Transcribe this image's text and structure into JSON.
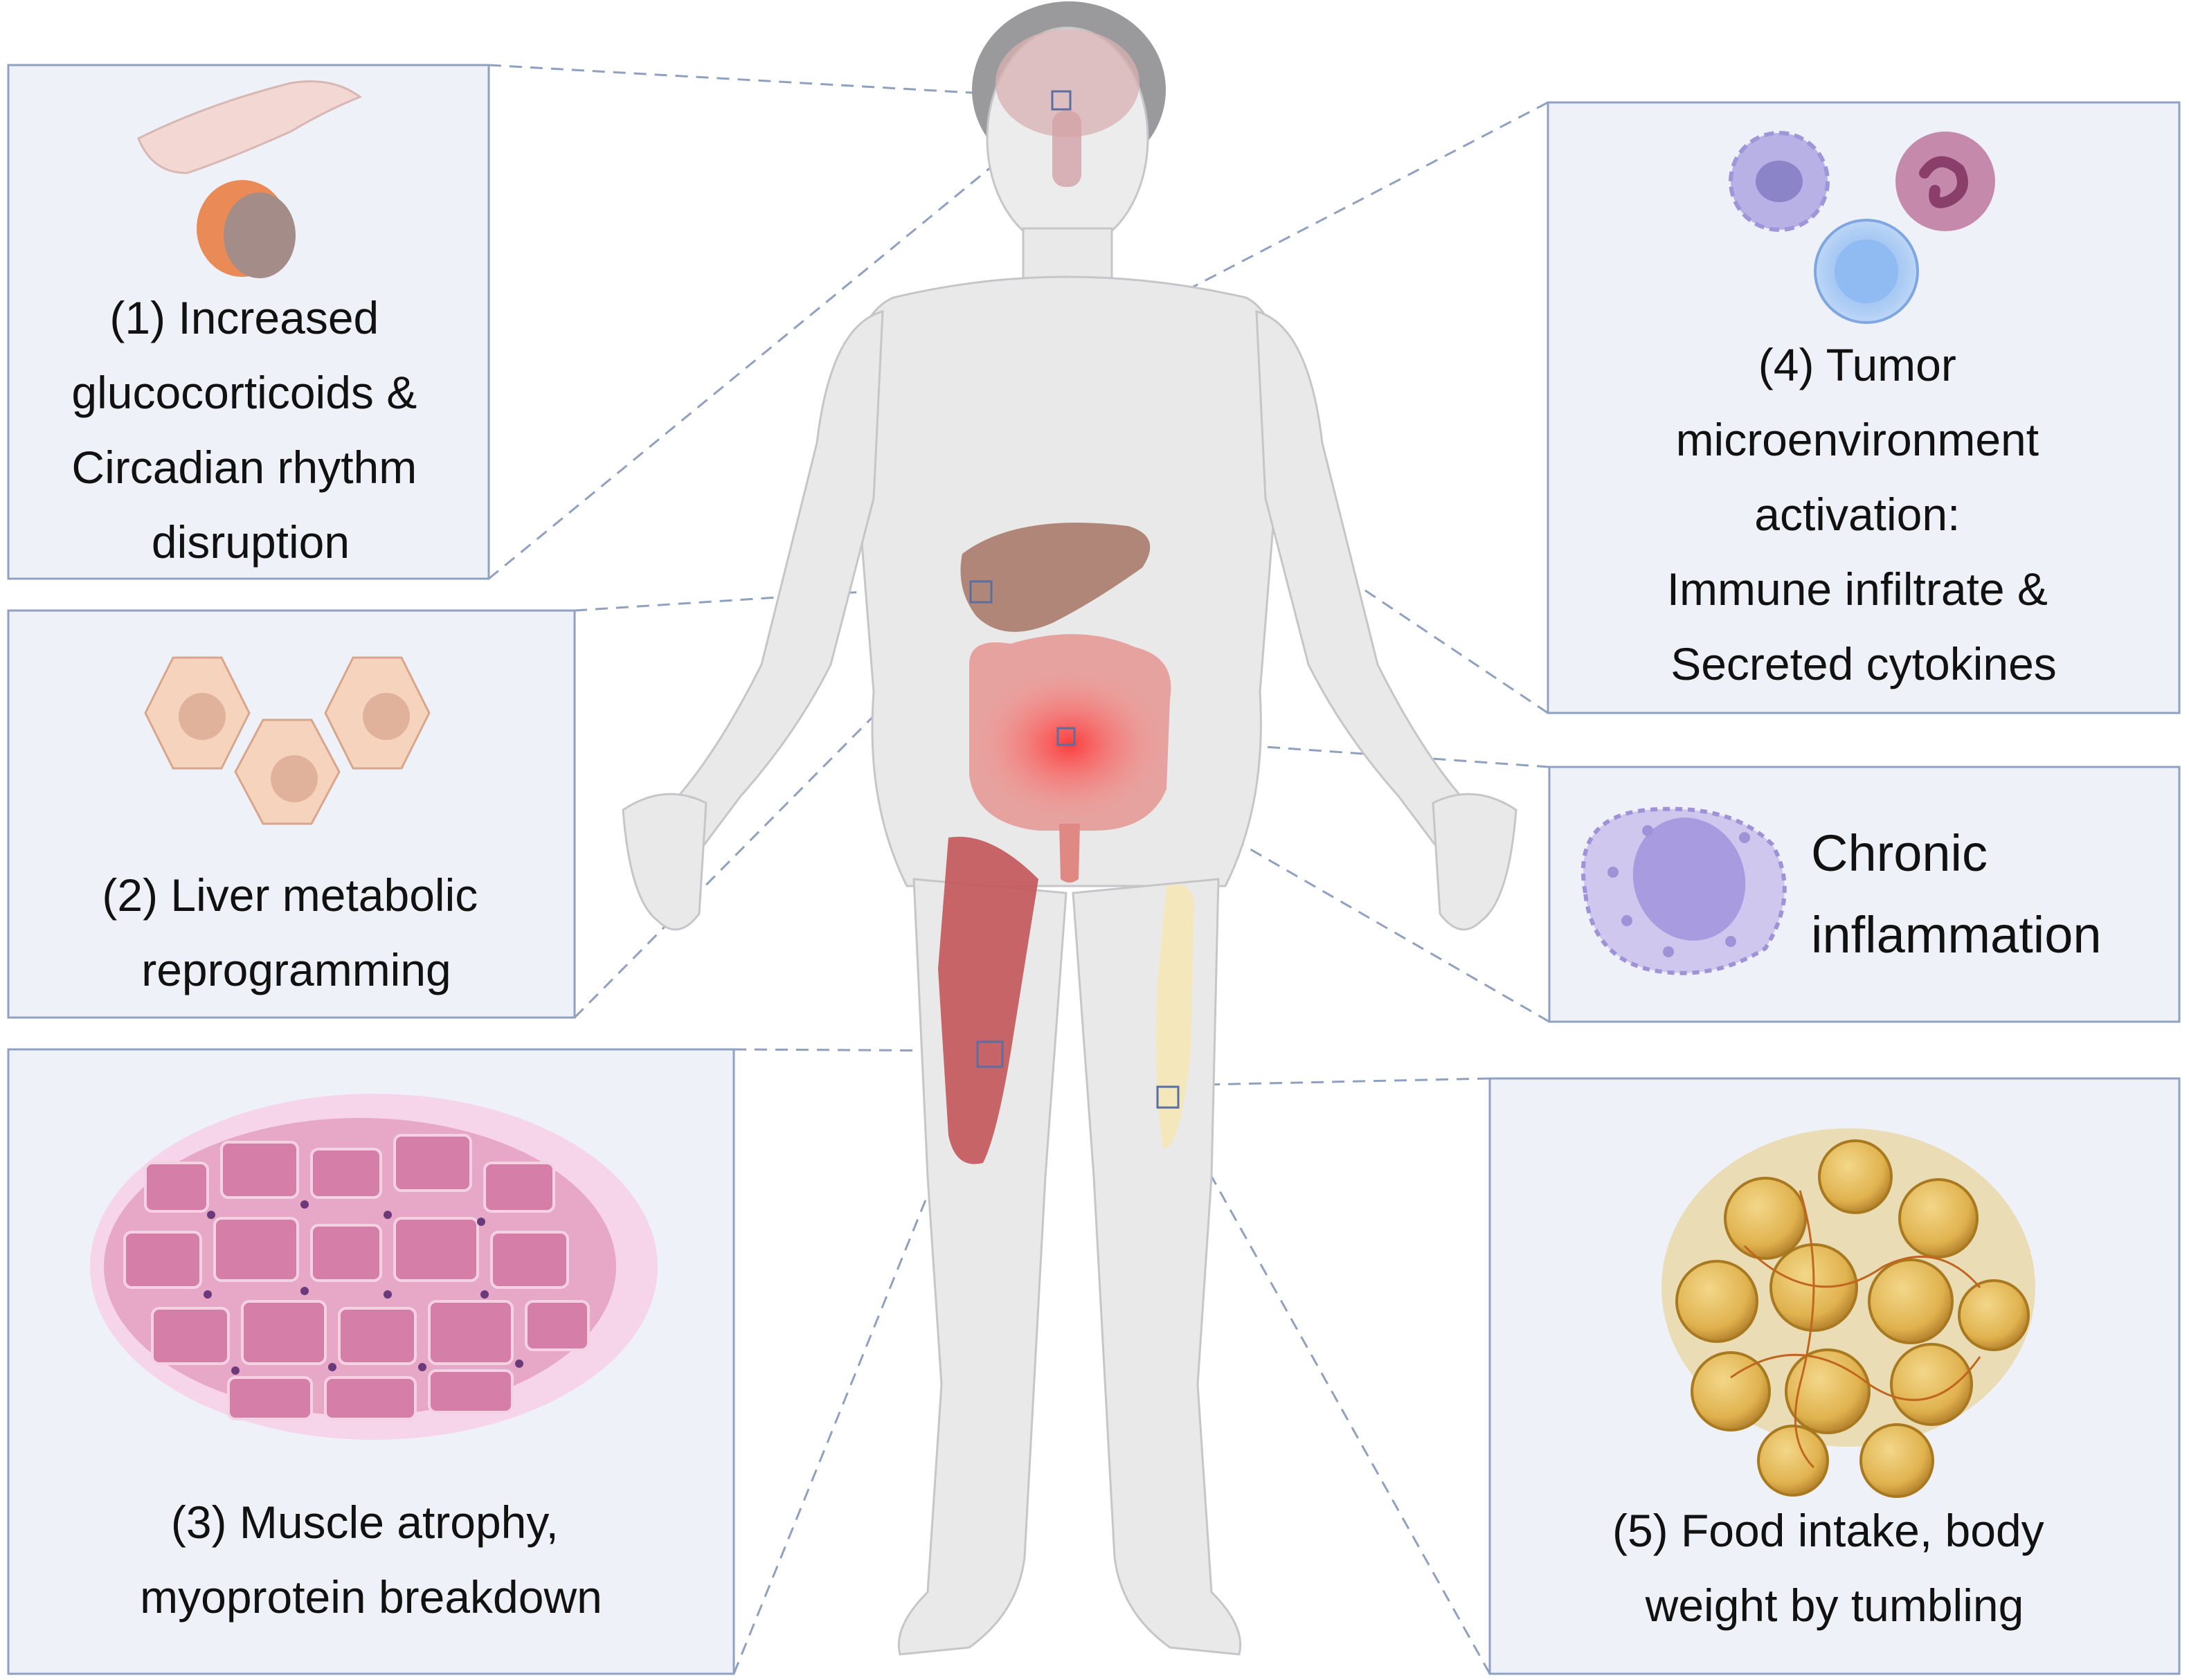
{
  "colors": {
    "panel_fill": "#eef2f8",
    "panel_border": "#8fa0c0",
    "connector": "#8fa0c0",
    "body_fill": "#e9e9ea",
    "body_outline": "#c6c6c8",
    "liver": "#a97d6d",
    "intestine": "#e59a96",
    "inflammation_glow": "#ff3b3b",
    "muscle": "#c3585c",
    "adipose": "#f3e7b8",
    "thyroid_tumor": "#e8b13a",
    "brain": "#d9b0b2"
  },
  "panels": [
    {
      "id": "panel-1",
      "lines": [
        "(1) Increased",
        "glucocorticoids &",
        "Circadian rhythm",
        "disruption"
      ],
      "icon": "adrenal-gland-icon"
    },
    {
      "id": "panel-2",
      "lines": [
        "(2) Liver metabolic",
        "reprogramming"
      ],
      "icon": "hepatocytes-icon"
    },
    {
      "id": "panel-3",
      "lines": [
        "(3) Muscle atrophy,",
        "myoprotein breakdown"
      ],
      "icon": "muscle-cross-section-icon"
    },
    {
      "id": "panel-4",
      "lines": [
        "(4) Tumor",
        "microenvironment",
        "activation:",
        "Immune infiltrate &",
        "Secreted cytokines"
      ],
      "icon": "immune-cells-icon"
    },
    {
      "id": "panel-inflammation",
      "lines": [
        "Chronic",
        "inflammation"
      ],
      "icon": "macrophage-icon"
    },
    {
      "id": "panel-5",
      "lines": [
        "(5) Food intake, body",
        "weight by tumbling"
      ],
      "icon": "adipocytes-icon"
    }
  ]
}
